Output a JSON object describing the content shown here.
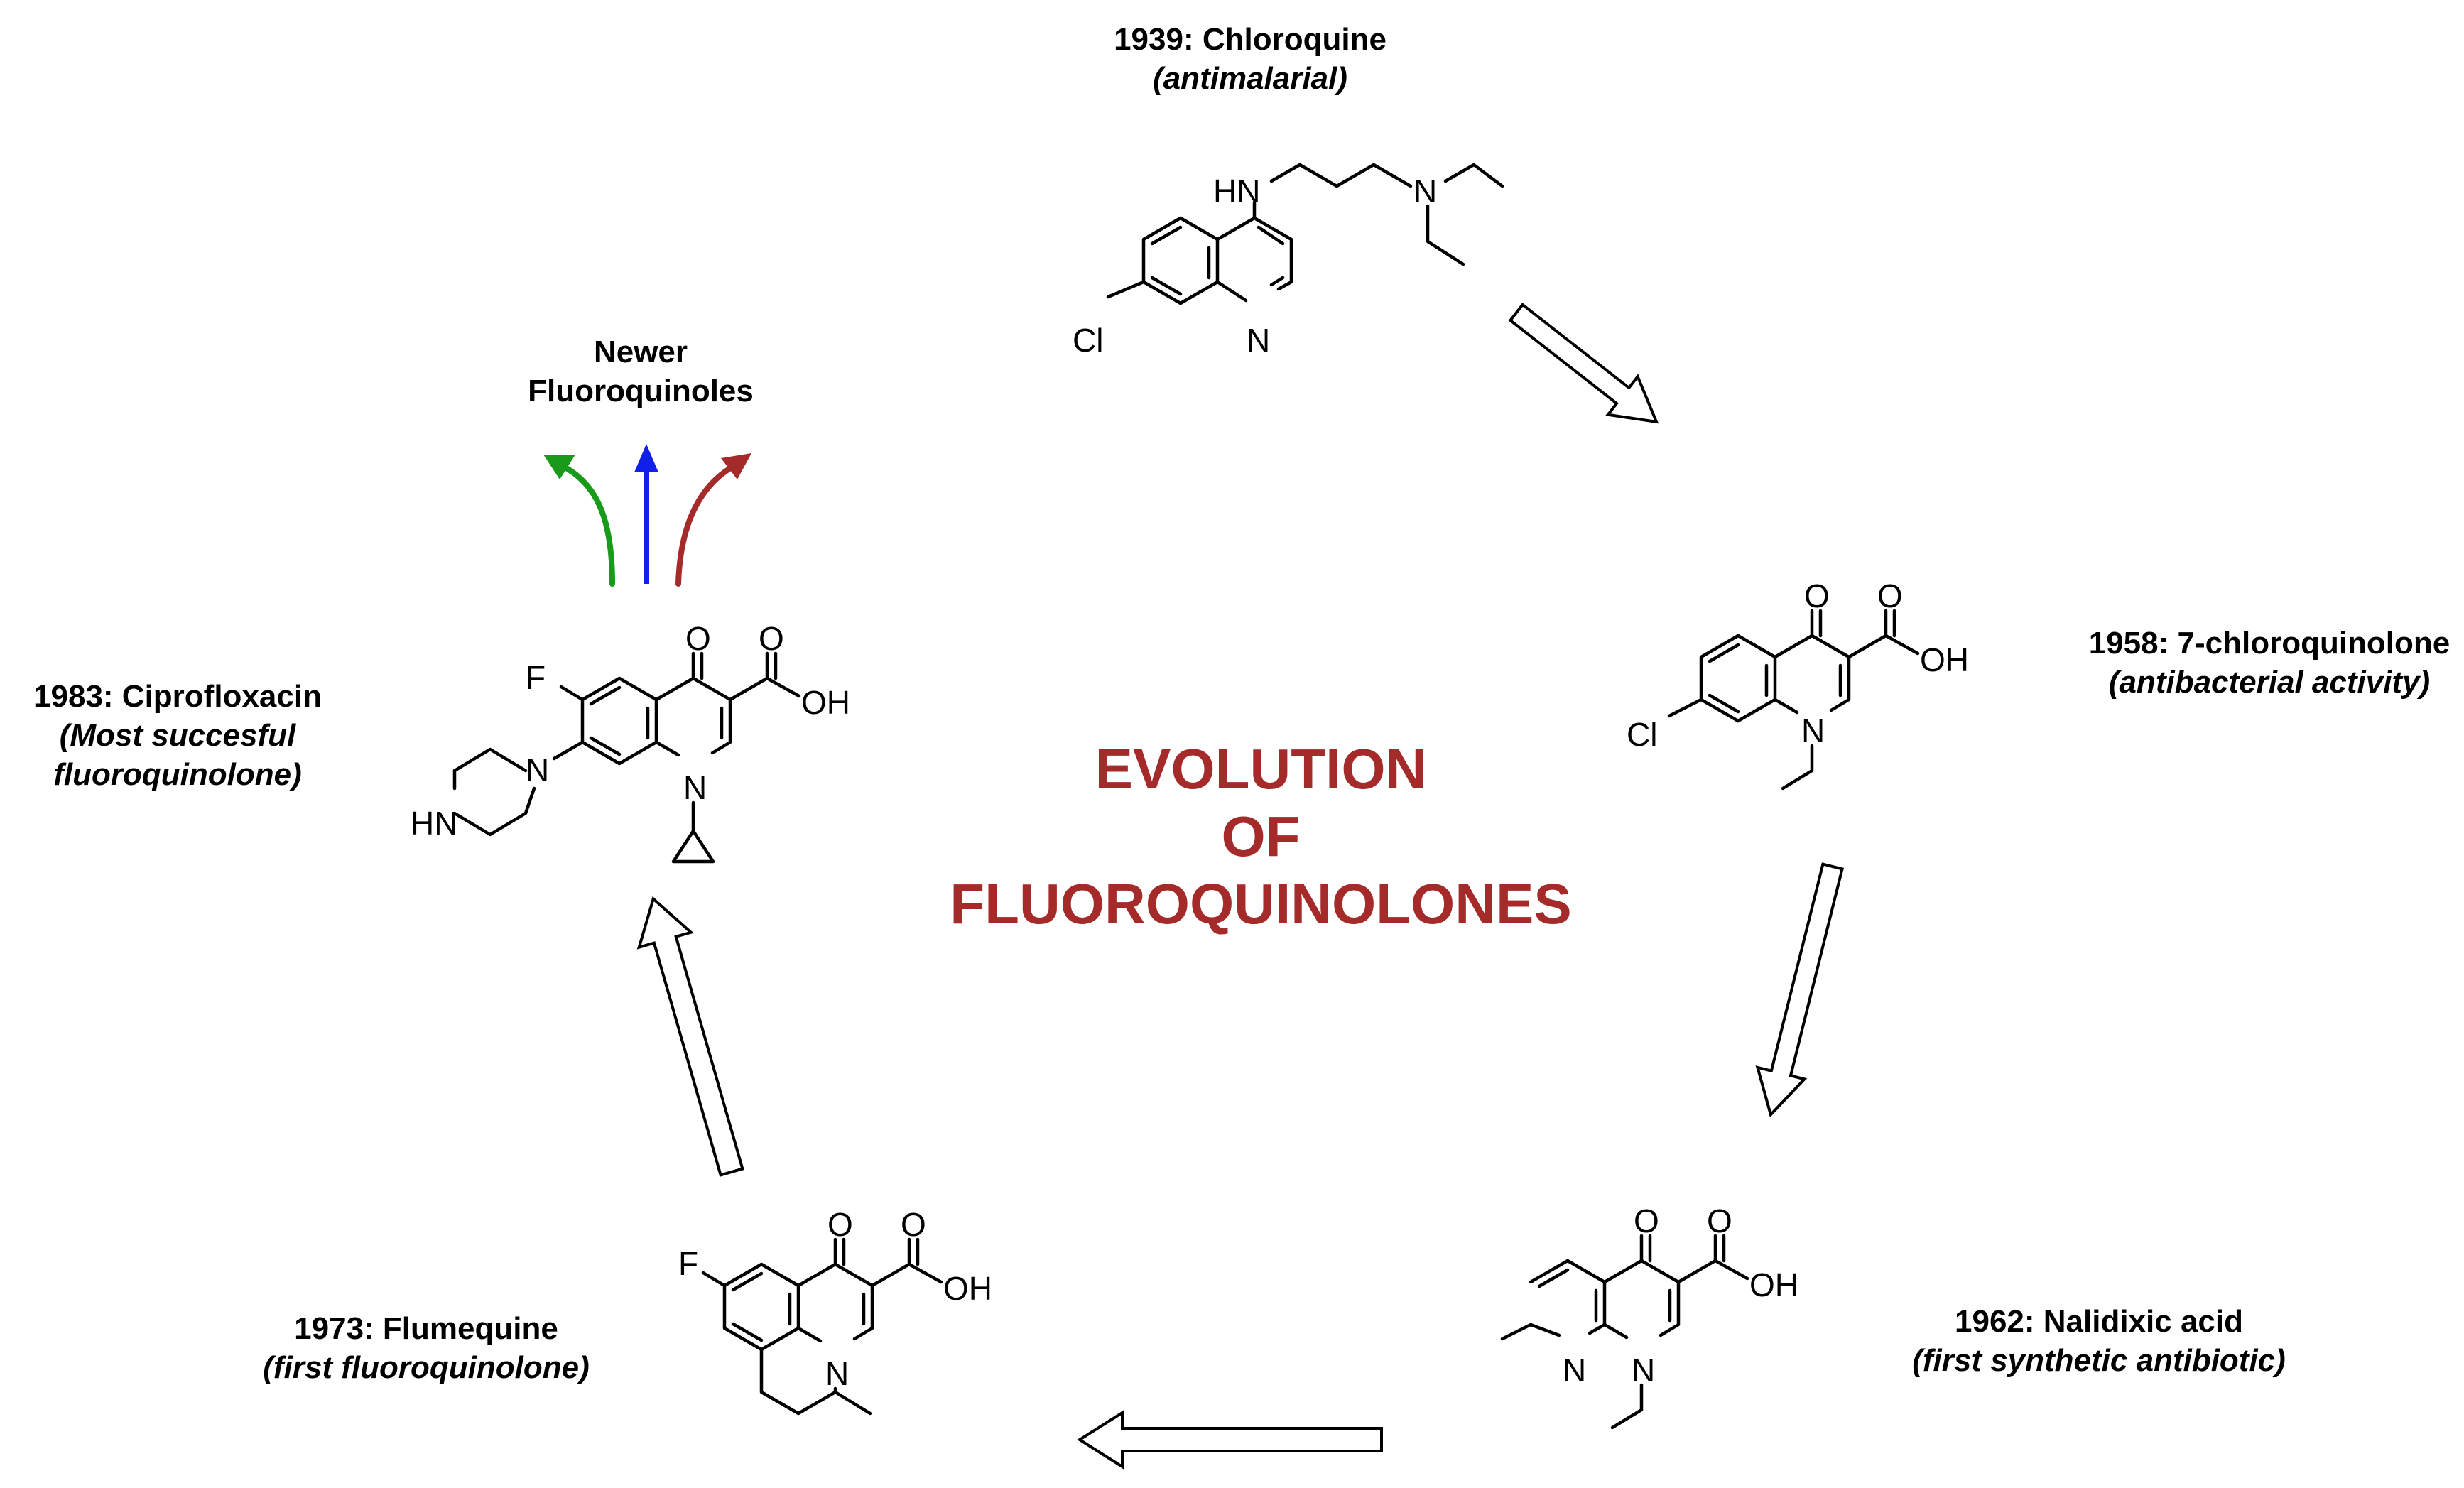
{
  "title": {
    "line1": "EVOLUTION",
    "line2": "OF",
    "line3": "FLUOROQUINOLONES",
    "color": "#a52a2a"
  },
  "compounds": {
    "chloroquine": {
      "year_name": "1939: Chloroquine",
      "note": "(antimalarial)"
    },
    "chloroquinolone": {
      "year_name": "1958: 7-chloroquinolone",
      "note": "(antibacterial activity)"
    },
    "nalidixic": {
      "year_name": "1962: Nalidixic acid",
      "note": "(first synthetic antibiotic)"
    },
    "flumequine": {
      "year_name": "1973: Flumequine",
      "note": "(first fluoroquinolone)"
    },
    "ciprofloxacin": {
      "year_name": "1983: Ciprofloxacin",
      "note_line1": "(Most succesful",
      "note_line2": "fluoroquinolone)"
    }
  },
  "newer": {
    "line1": "Newer",
    "line2": "Fluoroquinoles"
  },
  "atoms": {
    "cl": "Cl",
    "n": "N",
    "hn": "HN",
    "o": "O",
    "oh": "OH",
    "f": "F"
  },
  "colors": {
    "green": "#1a9a1a",
    "blue": "#1020e8",
    "red": "#a52a2a"
  }
}
